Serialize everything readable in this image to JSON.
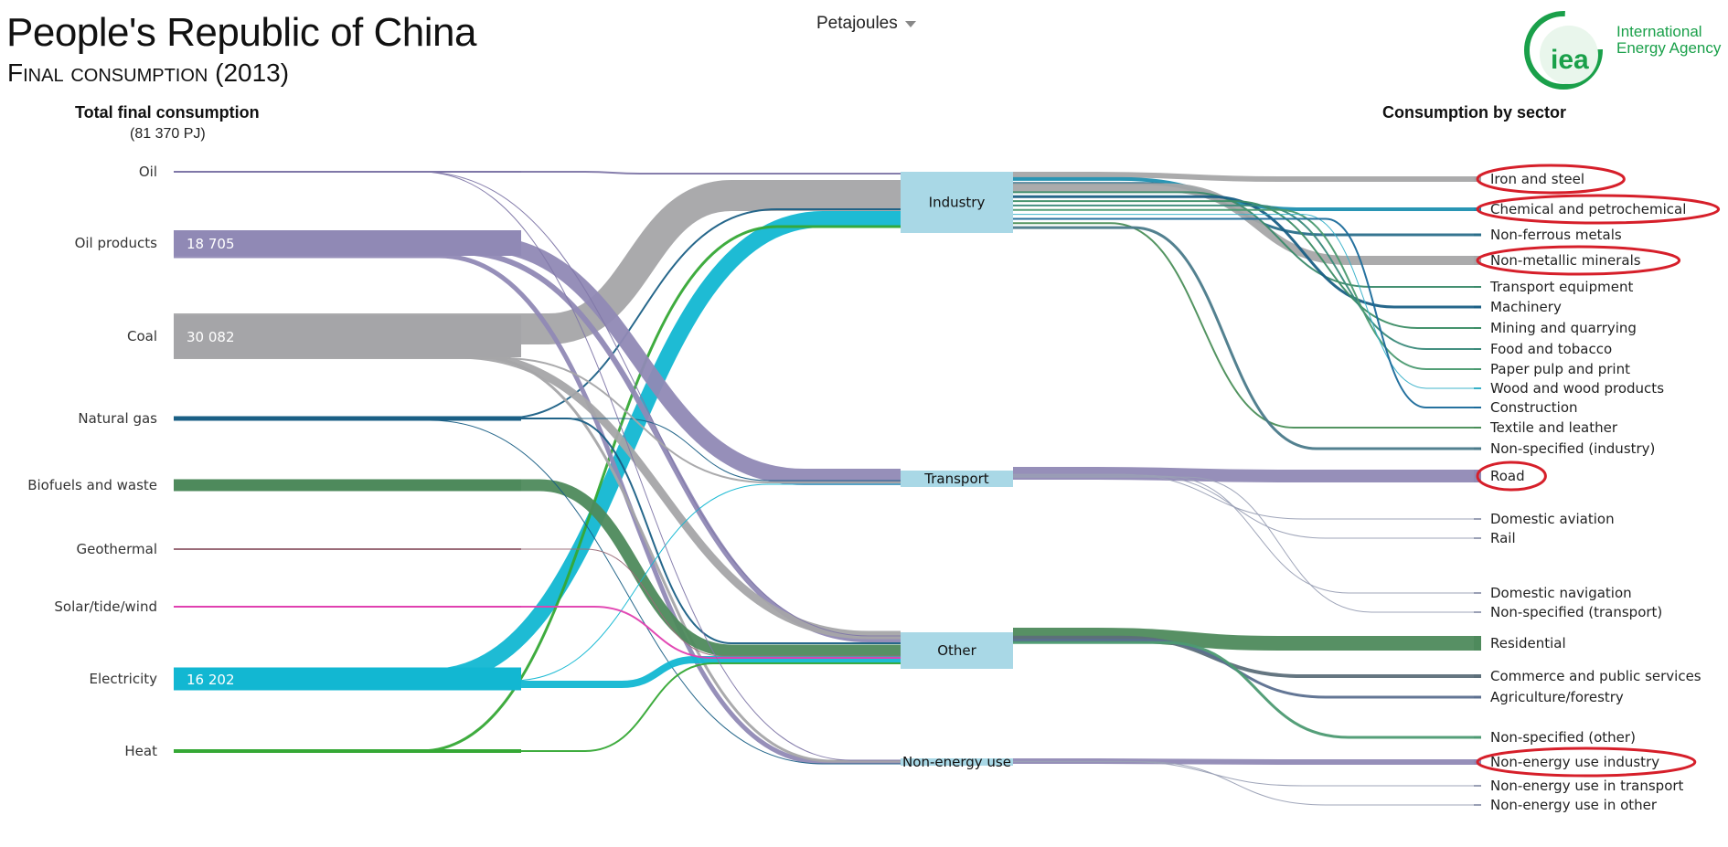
{
  "header": {
    "title": "People's Republic of China",
    "subtitle": "Final consumption (2013)",
    "unit_select": "Petajoules",
    "logo_mark": "iea",
    "logo_text_1": "International",
    "logo_text_2": "Energy Agency"
  },
  "left_column": {
    "heading": "Total final consumption",
    "subheading": "(81 370 PJ)"
  },
  "right_column": {
    "heading": "Consumption by sector"
  },
  "colors": {
    "oil": "#7f77a8",
    "oil_products": "#9089b5",
    "coal": "#a5a5a8",
    "natural_gas": "#1a5f85",
    "biofuels": "#4e8a5c",
    "geothermal": "#9a6b78",
    "solar": "#e040b0",
    "electricity": "#12b7d2",
    "heat": "#35a835",
    "node": "#a9d8e6",
    "highlight": "#d61f2a"
  },
  "sources": [
    {
      "id": "oil",
      "label": "Oil",
      "value": ""
    },
    {
      "id": "oil_products",
      "label": "Oil products",
      "value": "18 705"
    },
    {
      "id": "coal",
      "label": "Coal",
      "value": "30 082"
    },
    {
      "id": "natural_gas",
      "label": "Natural gas",
      "value": ""
    },
    {
      "id": "biofuels",
      "label": "Biofuels and waste",
      "value": ""
    },
    {
      "id": "geothermal",
      "label": "Geothermal",
      "value": ""
    },
    {
      "id": "solar",
      "label": "Solar/tide/wind",
      "value": ""
    },
    {
      "id": "electricity",
      "label": "Electricity",
      "value": "16 202"
    },
    {
      "id": "heat",
      "label": "Heat",
      "value": ""
    }
  ],
  "sectors": [
    {
      "id": "industry",
      "label": "Industry"
    },
    {
      "id": "transport",
      "label": "Transport"
    },
    {
      "id": "other",
      "label": "Other"
    },
    {
      "id": "nonenergy",
      "label": "Non-energy use"
    }
  ],
  "subsectors": [
    {
      "label": "Iron and steel",
      "sector": "industry",
      "highlighted": true
    },
    {
      "label": "Chemical and petrochemical",
      "sector": "industry",
      "highlighted": true
    },
    {
      "label": "Non-ferrous metals",
      "sector": "industry",
      "highlighted": false
    },
    {
      "label": "Non-metallic minerals",
      "sector": "industry",
      "highlighted": true
    },
    {
      "label": "Transport equipment",
      "sector": "industry",
      "highlighted": false
    },
    {
      "label": "Machinery",
      "sector": "industry",
      "highlighted": false
    },
    {
      "label": "Mining and quarrying",
      "sector": "industry",
      "highlighted": false
    },
    {
      "label": "Food and tobacco",
      "sector": "industry",
      "highlighted": false
    },
    {
      "label": "Paper pulp and print",
      "sector": "industry",
      "highlighted": false
    },
    {
      "label": "Wood and wood products",
      "sector": "industry",
      "highlighted": false
    },
    {
      "label": "Construction",
      "sector": "industry",
      "highlighted": false
    },
    {
      "label": "Textile and leather",
      "sector": "industry",
      "highlighted": false
    },
    {
      "label": "Non-specified (industry)",
      "sector": "industry",
      "highlighted": false
    },
    {
      "label": "Road",
      "sector": "transport",
      "highlighted": true
    },
    {
      "label": "Domestic aviation",
      "sector": "transport",
      "highlighted": false
    },
    {
      "label": "Rail",
      "sector": "transport",
      "highlighted": false
    },
    {
      "label": "Domestic navigation",
      "sector": "transport",
      "highlighted": false
    },
    {
      "label": "Non-specified (transport)",
      "sector": "transport",
      "highlighted": false
    },
    {
      "label": "Residential",
      "sector": "other",
      "highlighted": false
    },
    {
      "label": "Commerce and public services",
      "sector": "other",
      "highlighted": false
    },
    {
      "label": "Agriculture/forestry",
      "sector": "other",
      "highlighted": false
    },
    {
      "label": "Non-specified (other)",
      "sector": "other",
      "highlighted": false
    },
    {
      "label": "Non-energy use industry",
      "sector": "nonenergy",
      "highlighted": true
    },
    {
      "label": "Non-energy use in transport",
      "sector": "nonenergy",
      "highlighted": false
    },
    {
      "label": "Non-energy use in other",
      "sector": "nonenergy",
      "highlighted": false
    }
  ]
}
